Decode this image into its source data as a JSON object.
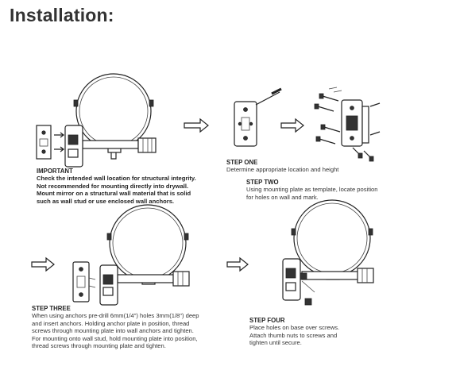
{
  "page_title": "Installation:",
  "important": {
    "heading": "IMPORTANT",
    "body": "Check the intended wall location for structural integrity.\nNot recommended for mounting directly into drywall.\nMount mirror on a structural wall material that is solid\nsuch as wall stud or use enclosed wall anchors."
  },
  "steps": [
    {
      "heading": "STEP ONE",
      "body": "Determine appropriate location and height"
    },
    {
      "heading": "STEP TWO",
      "body": "Using mounting plate as template, locate position\nfor holes on wall and mark."
    },
    {
      "heading": "STEP THREE",
      "body": "When using anchors pre-drill 6mm(1/4\") holes 3mm(1/8\") deep\nand insert anchors. Holding anchor plate in position, thread\nscrews through mounting plate into wall anchors and tighten.\nFor mounting onto wall stud, hold mounting plate into position,\nthread screws through mounting plate and tighten."
    },
    {
      "heading": "STEP FOUR",
      "body": "Place holes on base over screws.\nAttach thumb nuts to screws and\ntighten until secure."
    }
  ],
  "colors": {
    "ink": "#222222",
    "title": "#333333",
    "background": "#ffffff"
  },
  "icons": [
    "arrow-right-icon",
    "mirror-illustration",
    "mounting-plate-illustration",
    "screwdriver-illustration",
    "screws-illustration"
  ]
}
